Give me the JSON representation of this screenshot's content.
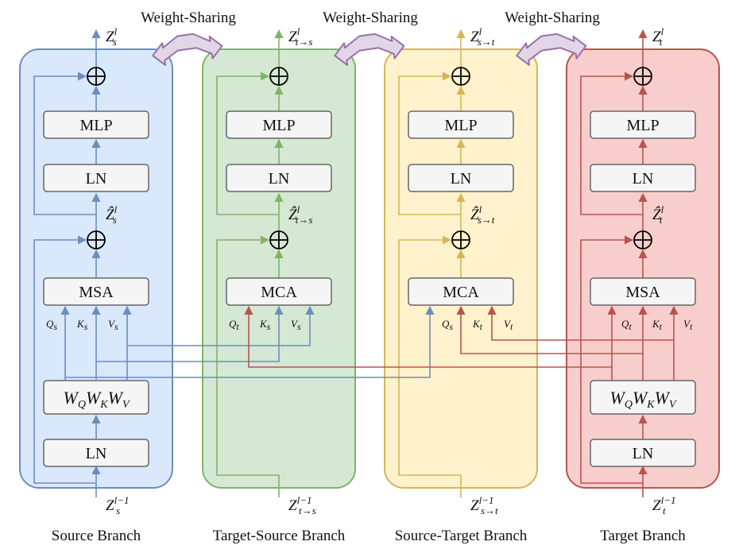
{
  "weight_sharing_labels": [
    "Weight-Sharing",
    "Weight-Sharing",
    "Weight-Sharing"
  ],
  "colors": {
    "blue_fill": "#dae8fc",
    "blue_stroke": "#6c8ebf",
    "green_fill": "#d5e8d4",
    "green_stroke": "#82b366",
    "yellow_fill": "#fff2cc",
    "yellow_stroke": "#d6b656",
    "red_fill": "#f8cecc",
    "red_stroke": "#b85450",
    "block_fill": "#f5f5f5",
    "block_stroke": "#666666",
    "arrow_purple_fill": "#e1d5e7",
    "arrow_purple_stroke": "#9673a6"
  },
  "branches": [
    {
      "id": "source",
      "name": "Source Branch",
      "blocks": {
        "mlp": "MLP",
        "ln_top": "LN",
        "attn": "MSA",
        "qkv": "W_Q W_K W_V",
        "ln_bottom": "LN"
      },
      "output": {
        "base": "Z",
        "sup": "l",
        "sub": "s"
      },
      "intermediate": {
        "base": "Ẑ",
        "sup": "l",
        "sub": "s"
      },
      "input": {
        "base": "Z",
        "sup": "l−1",
        "sub": "s"
      },
      "attn_inputs": [
        "Q",
        "s",
        "K",
        "s",
        "V",
        "s"
      ]
    },
    {
      "id": "target-source",
      "name": "Target-Source Branch",
      "blocks": {
        "mlp": "MLP",
        "ln_top": "LN",
        "attn": "MCA"
      },
      "output": {
        "base": "Z",
        "sup": "l",
        "sub": "t→s"
      },
      "intermediate": {
        "base": "Ẑ",
        "sup": "l",
        "sub": "t→s"
      },
      "input": {
        "base": "Z",
        "sup": "l−1",
        "sub": "t→s"
      },
      "attn_inputs": [
        "Q",
        "t",
        "K",
        "s",
        "V",
        "s"
      ]
    },
    {
      "id": "source-target",
      "name": "Source-Target Branch",
      "blocks": {
        "mlp": "MLP",
        "ln_top": "LN",
        "attn": "MCA"
      },
      "output": {
        "base": "Z",
        "sup": "l",
        "sub": "s→t"
      },
      "intermediate": {
        "base": "Ẑ",
        "sup": "l",
        "sub": "s→t"
      },
      "input": {
        "base": "Z",
        "sup": "l−1",
        "sub": "s→t"
      },
      "attn_inputs": [
        "Q",
        "s",
        "K",
        "t",
        "V",
        "t"
      ]
    },
    {
      "id": "target",
      "name": "Target Branch",
      "blocks": {
        "mlp": "MLP",
        "ln_top": "LN",
        "attn": "MSA",
        "qkv": "W_Q W_K W_V",
        "ln_bottom": "LN"
      },
      "output": {
        "base": "Z",
        "sup": "l",
        "sub": "t"
      },
      "intermediate": {
        "base": "Ẑ",
        "sup": "l",
        "sub": "t"
      },
      "input": {
        "base": "Z",
        "sup": "l−1",
        "sub": "t"
      },
      "attn_inputs": [
        "Q",
        "t",
        "K",
        "t",
        "V",
        "t"
      ]
    }
  ]
}
